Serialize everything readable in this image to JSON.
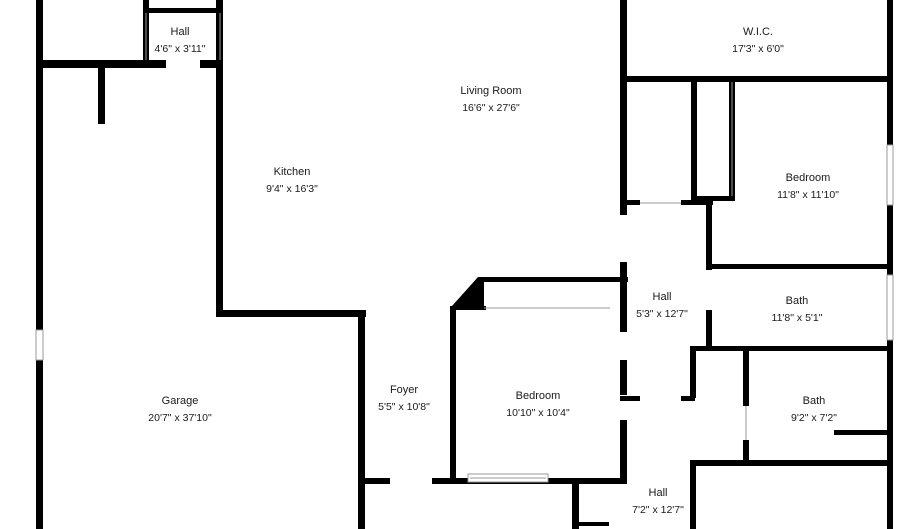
{
  "colors": {
    "wall": "#000000",
    "background": "#ffffff",
    "window": "#9a9a9a",
    "text": "#1a1a1a"
  },
  "rooms": [
    {
      "id": "hall-top",
      "name": "Hall",
      "dims": "4'6\" x 3'11\""
    },
    {
      "id": "wic",
      "name": "W.I.C.",
      "dims": "17'3\" x 6'0\""
    },
    {
      "id": "living-room",
      "name": "Living Room",
      "dims": "16'6\" x 27'6\""
    },
    {
      "id": "kitchen",
      "name": "Kitchen",
      "dims": "9'4\" x 16'3\""
    },
    {
      "id": "bedroom-right",
      "name": "Bedroom",
      "dims": "11'8\" x 11'10\""
    },
    {
      "id": "hall-mid",
      "name": "Hall",
      "dims": "5'3\" x 12'7\""
    },
    {
      "id": "bath-upper",
      "name": "Bath",
      "dims": "11'8\" x 5'1\""
    },
    {
      "id": "garage",
      "name": "Garage",
      "dims": "20'7\" x 37'10\""
    },
    {
      "id": "foyer",
      "name": "Foyer",
      "dims": "5'5\" x 10'8\""
    },
    {
      "id": "bedroom-center",
      "name": "Bedroom",
      "dims": "10'10\" x 10'4\""
    },
    {
      "id": "bath-lower",
      "name": "Bath",
      "dims": "9'2\" x 7'2\""
    },
    {
      "id": "hall-bottom",
      "name": "Hall",
      "dims": "7'2\" x 12'7\""
    }
  ]
}
